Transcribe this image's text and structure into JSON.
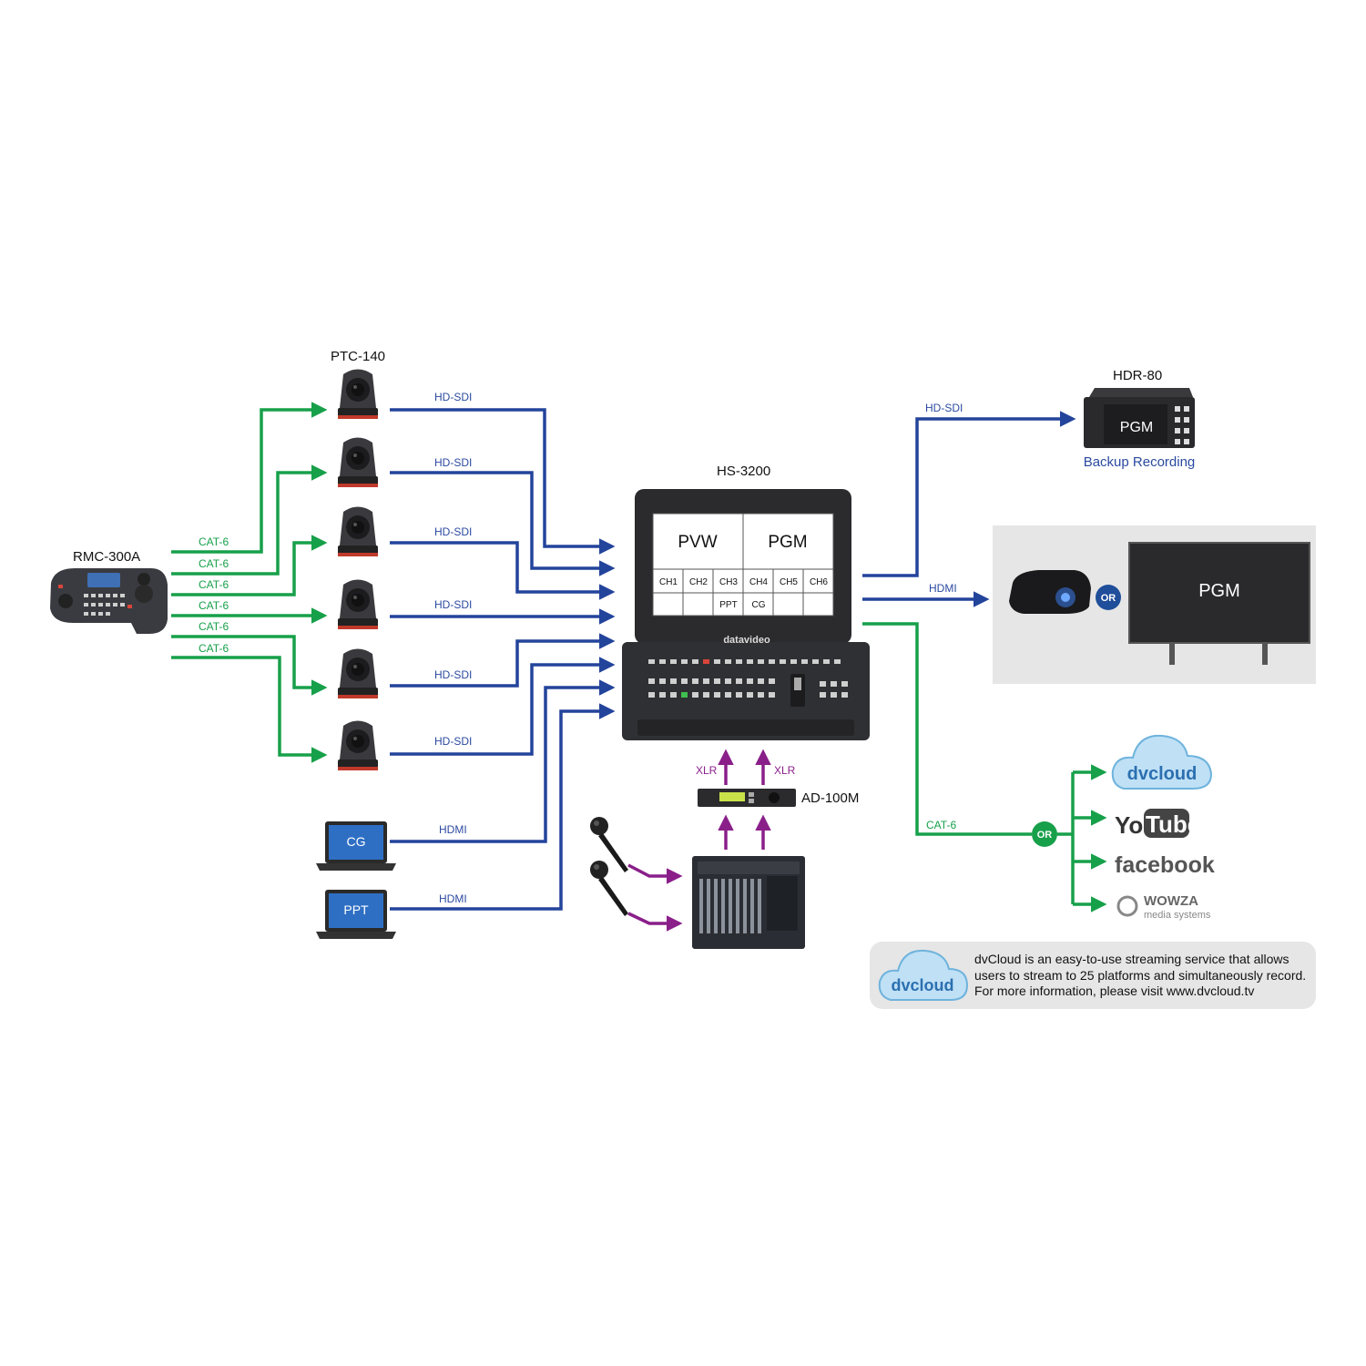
{
  "devices": {
    "controller": "RMC-300A",
    "camera": "PTC-140",
    "switcher": "HS-3200",
    "recorder": "HDR-80",
    "recorder_caption": "Backup Recording",
    "audio_converter": "AD-100M",
    "switcher_brand": "datavideo"
  },
  "laptops": [
    "CG",
    "PPT"
  ],
  "switcher_screen": {
    "pvw": "PVW",
    "pgm": "PGM",
    "channels": [
      "CH1",
      "CH2",
      "CH3",
      "CH4",
      "CH5",
      "CH6"
    ],
    "bottom_cells": [
      "",
      "",
      "PPT",
      "CG",
      "",
      ""
    ]
  },
  "connections": {
    "cat6": "CAT-6",
    "hdsdi": "HD-SDI",
    "hdmi": "HDMI",
    "xlr": "XLR"
  },
  "display": {
    "recorder_screen": "PGM",
    "monitor_screen": "PGM",
    "or_label": "OR"
  },
  "streaming": {
    "or_label": "OR",
    "platforms": {
      "dvcloud": "dvcloud",
      "youtube_you": "You",
      "youtube_tube": "Tube",
      "facebook": "facebook",
      "wowza": "WOWZA",
      "wowza_sub": "media systems"
    }
  },
  "info_box": {
    "logo": "dvcloud",
    "lines": [
      "dvCloud is an easy-to-use streaming service that allows",
      "users to stream to 25 platforms and simultaneously record.",
      "For more information, please visit www.dvcloud.tv"
    ]
  },
  "colors": {
    "green": "#17a04a",
    "blue": "#23449b",
    "purple": "#8a1f8a",
    "dark_device": "#2b2b2e",
    "panel_gray": "#e6e6e6"
  }
}
